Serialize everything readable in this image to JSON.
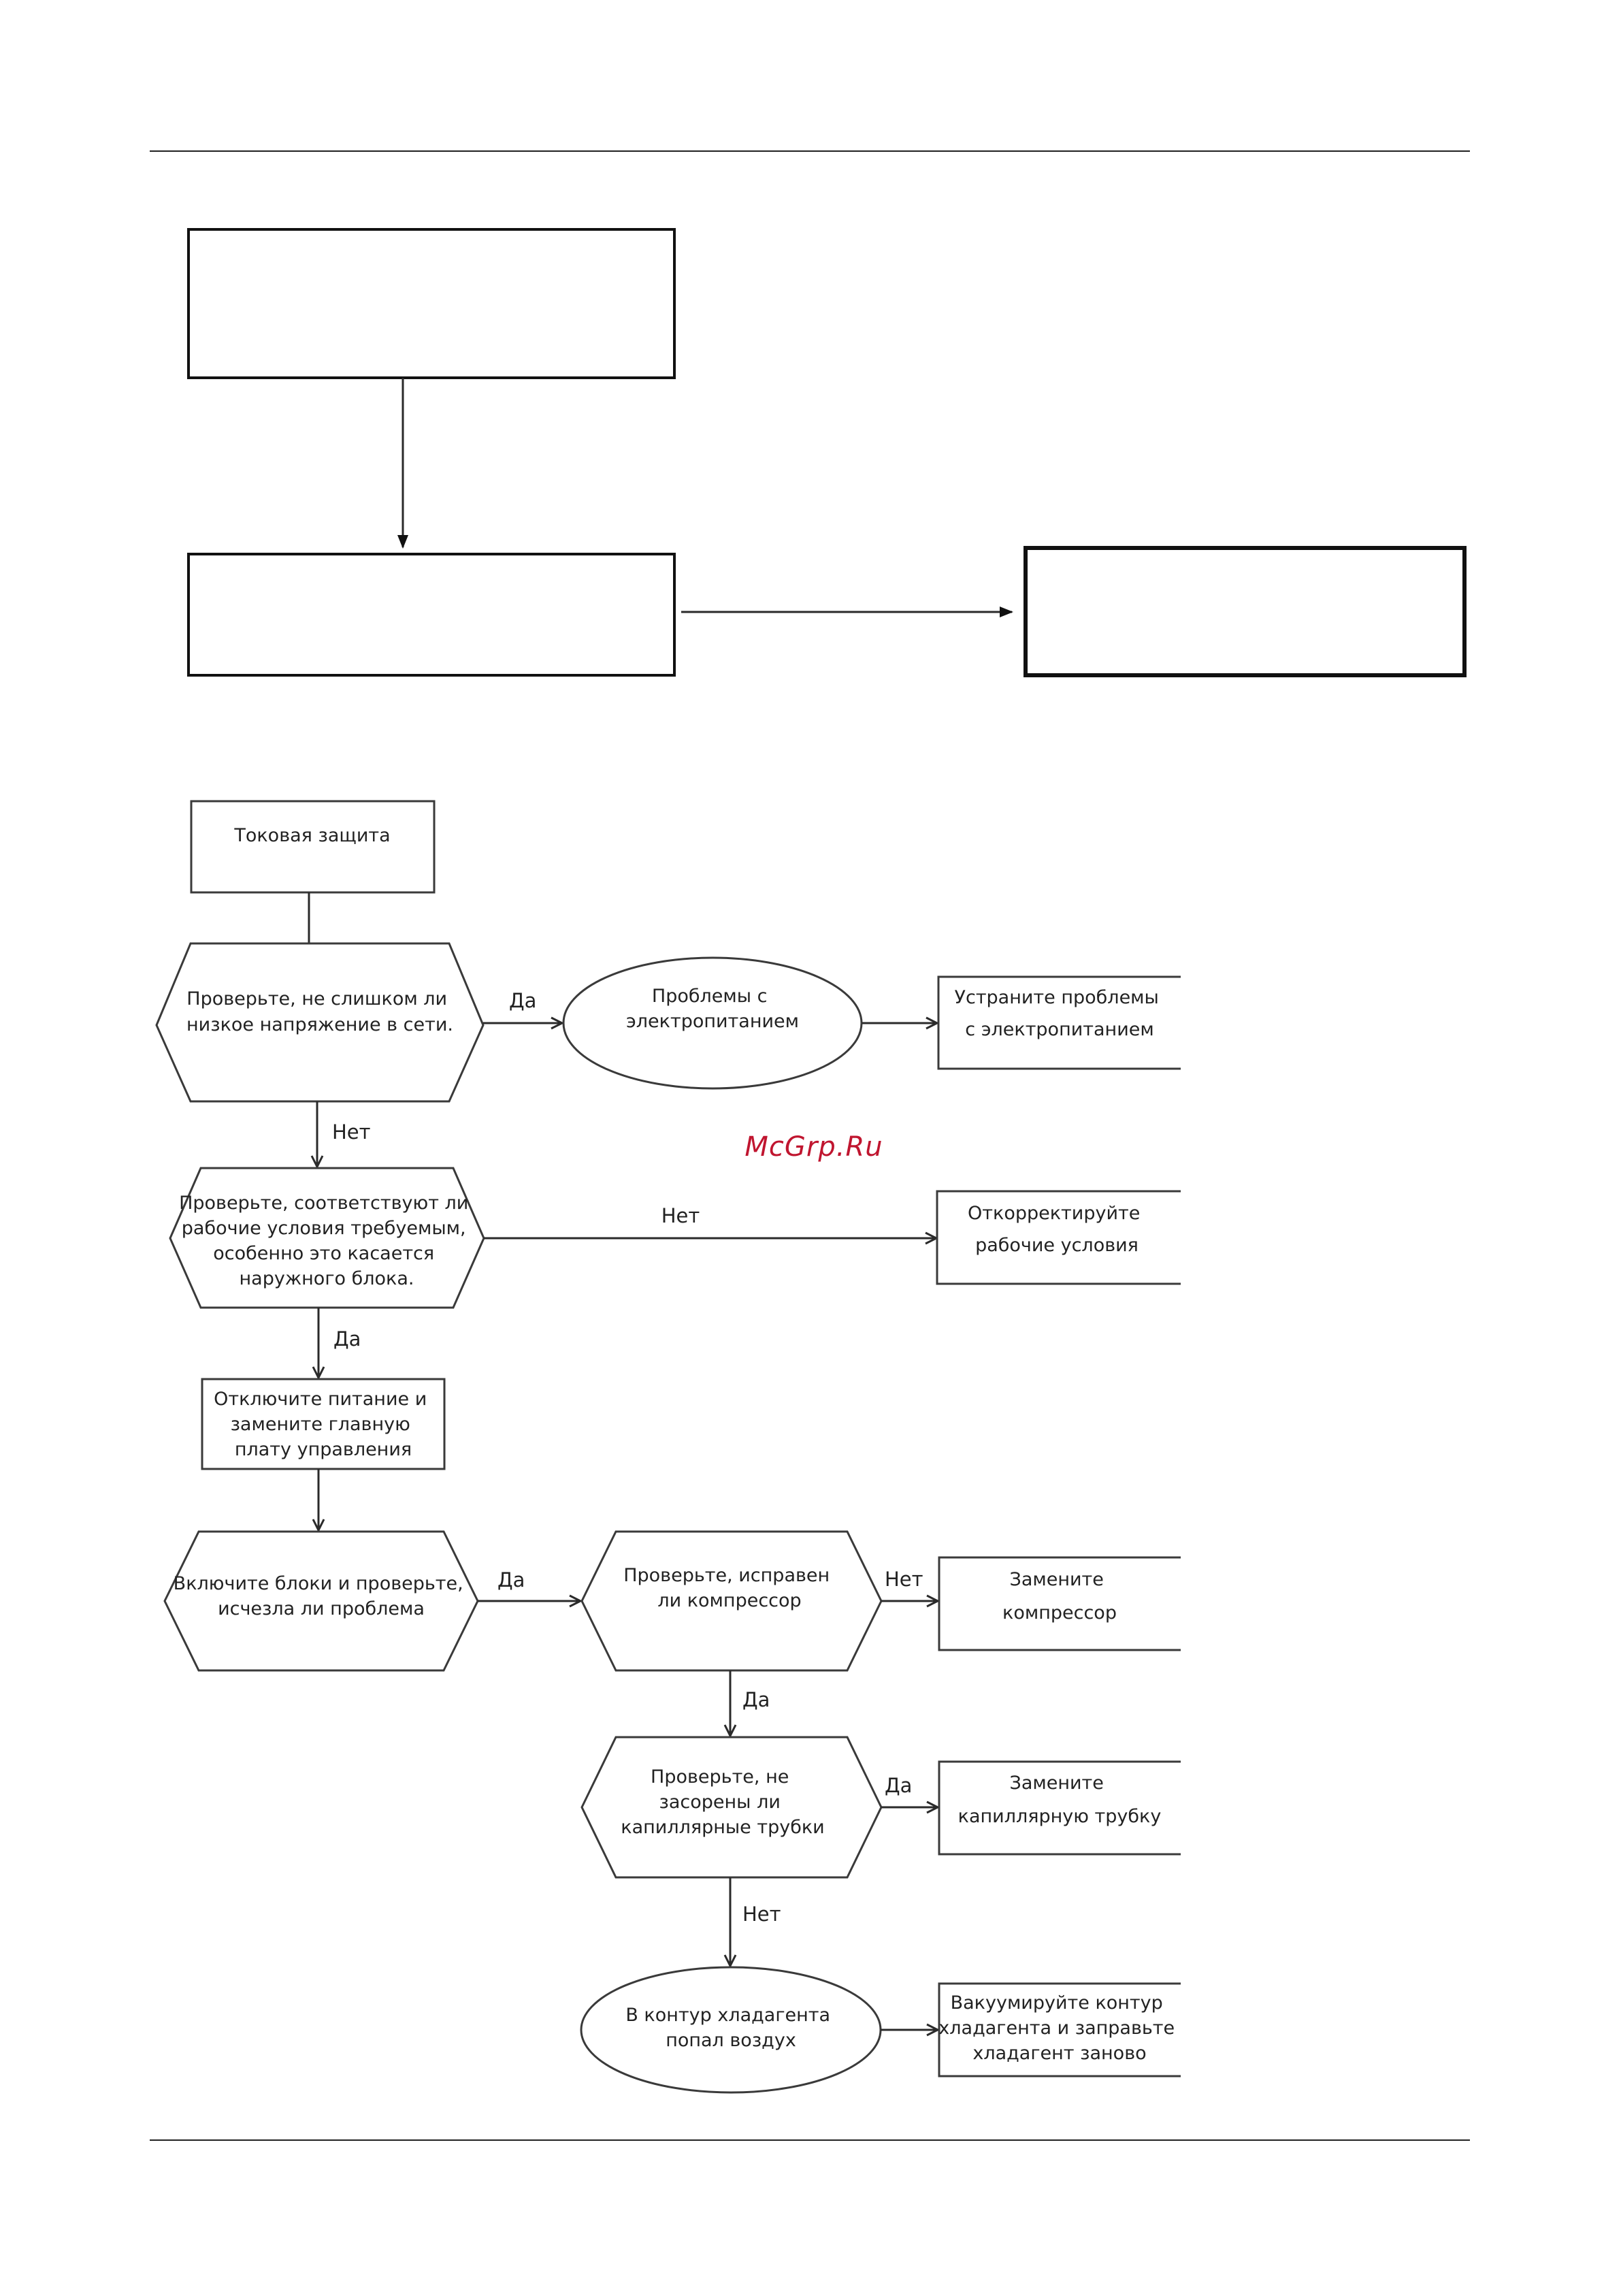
{
  "watermark": "McGrp.Ru",
  "nodes": {
    "current_protection": "Токовая защита",
    "check_voltage": [
      "Проверьте, не слишком ли",
      "низкое напряжение в сети."
    ],
    "power_problems": [
      "Проблемы с",
      "электропитанием"
    ],
    "fix_power": [
      "Устраните проблемы",
      "с электропитанием"
    ],
    "check_conditions": [
      "Проверьте, соответствуют ли",
      "рабочие условия требуемым,",
      "особенно это касается",
      "наружного блока."
    ],
    "adjust_conditions": [
      "Откорректируйте",
      "рабочие условия"
    ],
    "replace_board": [
      "Отключите питание и",
      "замените главную",
      "плату управления"
    ],
    "power_on_check": [
      "Включите блоки и проверьте,",
      "исчезла ли проблема"
    ],
    "check_compressor": [
      "Проверьте, исправен",
      "ли компрессор"
    ],
    "replace_compressor": [
      "Замените",
      "компрессор"
    ],
    "check_capillary": [
      "Проверьте, не",
      "засорены ли",
      "капиллярные трубки"
    ],
    "replace_capillary": [
      "Замените",
      "капиллярную трубку"
    ],
    "air_in_circuit": [
      "В контур хладагента",
      "попал воздух"
    ],
    "vacuum_refill": [
      "Вакуумируйте контур",
      "хладагента и заправьте",
      "хладагент заново"
    ]
  },
  "edge_labels": {
    "voltage_yes": "Да",
    "voltage_no": "Нет",
    "conditions_no": "Нет",
    "conditions_yes": "Да",
    "problem_gone_yes": "Да",
    "compressor_no": "Нет",
    "compressor_yes": "Да",
    "capillary_yes": "Да",
    "capillary_no": "Нет"
  }
}
